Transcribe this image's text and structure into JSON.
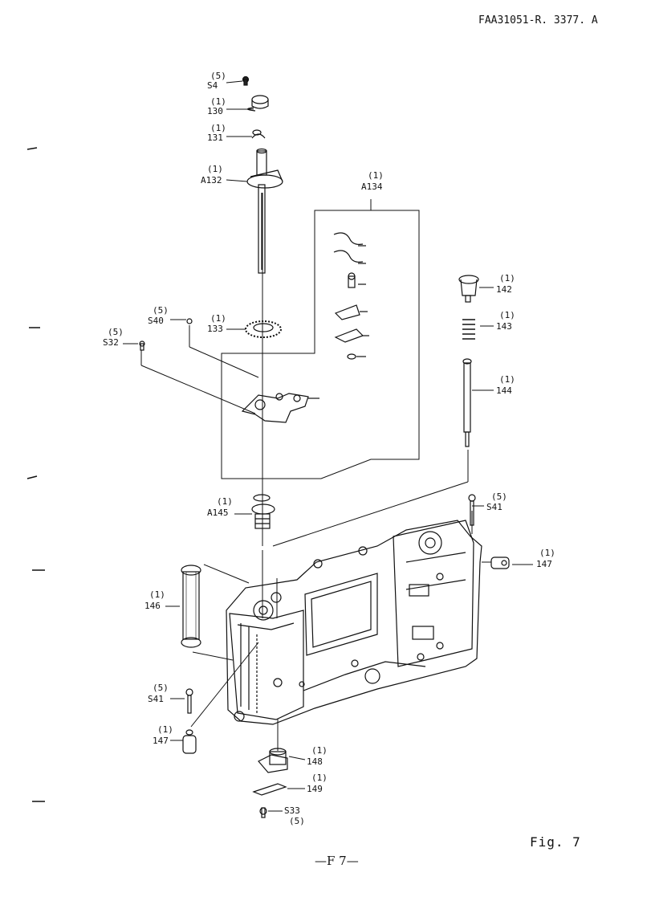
{
  "header": {
    "doc_code": "FAA31051-R. 3377. A"
  },
  "figure": {
    "label": "Fig. 7",
    "page_number": "—F 7—"
  },
  "parts": [
    {
      "qty": "(5)",
      "code": "S4"
    },
    {
      "qty": "(1)",
      "code": "130"
    },
    {
      "qty": "(1)",
      "code": "131"
    },
    {
      "qty": "(1)",
      "code": "A132"
    },
    {
      "qty": "(1)",
      "code": "A134"
    },
    {
      "qty": "(5)",
      "code": "S40"
    },
    {
      "qty": "(1)",
      "code": "133"
    },
    {
      "qty": "(5)",
      "code": "S32"
    },
    {
      "qty": "(1)",
      "code": "142"
    },
    {
      "qty": "(1)",
      "code": "143"
    },
    {
      "qty": "(1)",
      "code": "144"
    },
    {
      "qty": "(1)",
      "code": "A145"
    },
    {
      "qty": "(5)",
      "code": "S41"
    },
    {
      "qty": "(1)",
      "code": "147"
    },
    {
      "qty": "(1)",
      "code": "146"
    },
    {
      "qty": "(5)",
      "code": "S41"
    },
    {
      "qty": "(1)",
      "code": "147"
    },
    {
      "qty": "(1)",
      "code": "148"
    },
    {
      "qty": "(1)",
      "code": "149"
    },
    {
      "qty": "(5)",
      "code": "S33"
    }
  ]
}
